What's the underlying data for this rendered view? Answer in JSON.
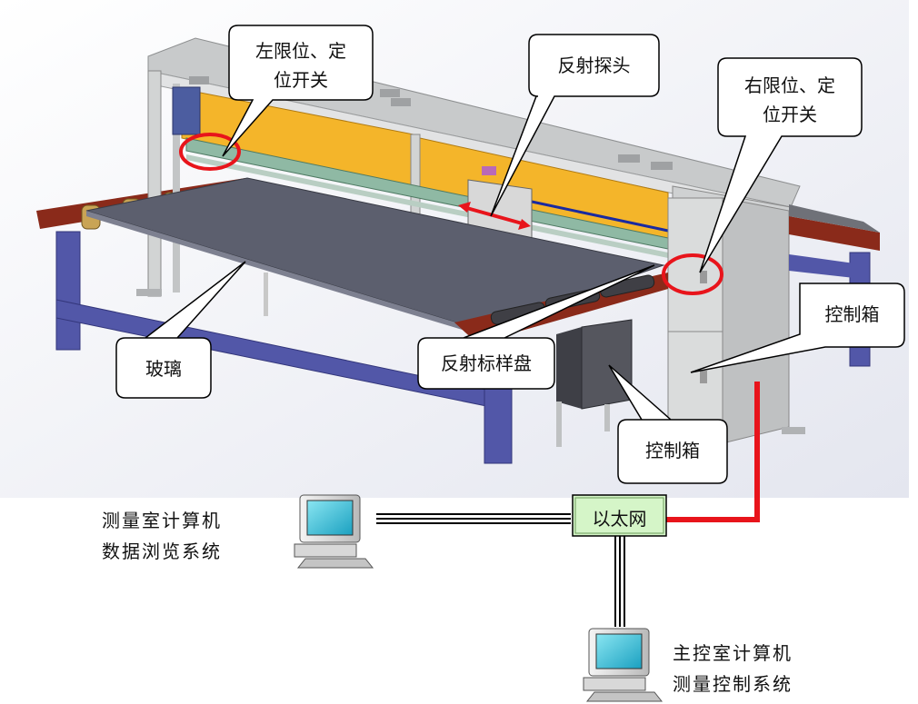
{
  "labels": {
    "left_limit": [
      "左限位、定",
      "位开关"
    ],
    "reflect_probe": "反射探头",
    "right_limit": [
      "右限位、定",
      "位开关"
    ],
    "control_box_right": "控制箱",
    "glass": "玻璃",
    "reflect_sample": "反射标样盘",
    "control_box_mid": "控制箱",
    "ethernet": "以太网",
    "lab_computer": [
      "测量室计算机",
      "数据浏览系统"
    ],
    "main_computer": [
      "主控室计算机",
      "测量控制系统"
    ]
  },
  "colors": {
    "frame_gray": "#d2d4d4",
    "orange_panel": "#f4b52a",
    "leg_blue": "#5257a8",
    "roller_red": "#8a2a1a",
    "glass_gray": "#5c5f6e",
    "highlight_red": "#e8141b",
    "ethernet_fill": "#d5f5c8",
    "screen_cyan": "#3fc4d8"
  }
}
